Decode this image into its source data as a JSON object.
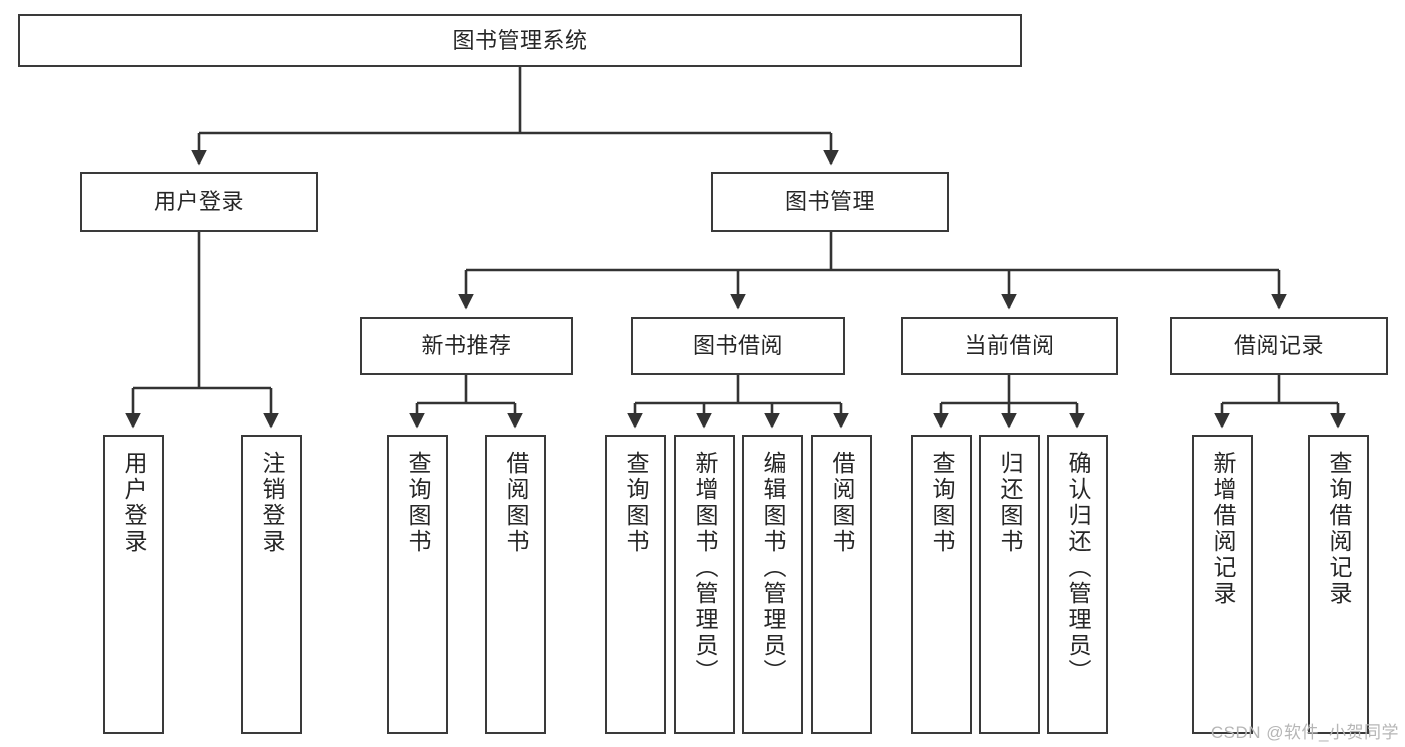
{
  "diagram": {
    "title": "图书管理系统",
    "type": "tree-hierarchy-chart",
    "watermark": "CSDN @软件_小贺同学",
    "colors": {
      "box_border": "#3a3a3a",
      "box_fill": "#ffffff",
      "connector": "#333333",
      "text": "#262626",
      "watermark": "#b6b6b6",
      "background": "#ffffff"
    },
    "root": {
      "label": "图书管理系统"
    },
    "level2": [
      {
        "label": "用户登录"
      },
      {
        "label": "图书管理"
      }
    ],
    "level3": [
      {
        "label": "新书推荐"
      },
      {
        "label": "图书借阅"
      },
      {
        "label": "当前借阅"
      },
      {
        "label": "借阅记录"
      }
    ],
    "leaves": {
      "user_login": [
        {
          "label": "用户登录"
        },
        {
          "label": "注销登录"
        }
      ],
      "new_book_recommend": [
        {
          "label": "查询图书"
        },
        {
          "label": "借阅图书"
        }
      ],
      "book_borrow": [
        {
          "label": "查询图书"
        },
        {
          "label": "新增图书（管理员）"
        },
        {
          "label": "编辑图书（管理员）"
        },
        {
          "label": "借阅图书"
        }
      ],
      "current_borrow": [
        {
          "label": "查询图书"
        },
        {
          "label": "归还图书"
        },
        {
          "label": "确认归还（管理员）"
        }
      ],
      "borrow_record": [
        {
          "label": "新增借阅记录"
        },
        {
          "label": "查询借阅记录"
        }
      ]
    }
  }
}
